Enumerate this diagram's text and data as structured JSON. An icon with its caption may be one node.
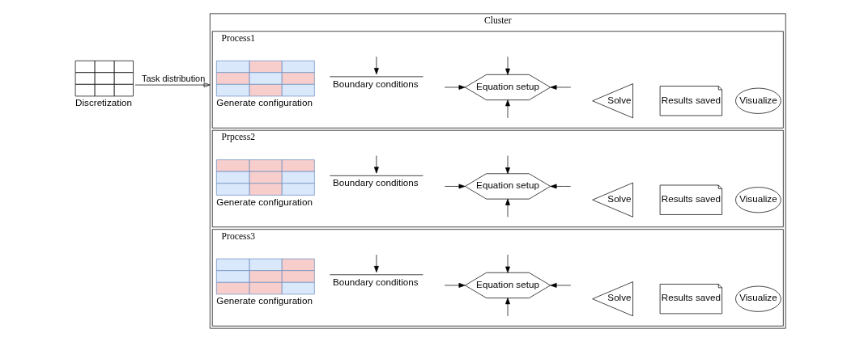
{
  "diagram": {
    "nodes": [
      {
        "text": [
          "Discretization"
        ]
      },
      {
        "text": [
          "Cluster"
        ]
      },
      {
        "text": [
          "Process1"
        ],
        "in": 1
      },
      {
        "text": [
          "Generate configuration"
        ],
        "in": 2
      },
      {
        "text": [
          "Boundary conditions"
        ],
        "in": 2
      },
      {
        "text": [
          "Equation setup"
        ],
        "in": 2
      },
      {
        "text": [
          "Solve"
        ],
        "in": 2
      },
      {
        "text": [
          "Results saved"
        ],
        "in": 2
      },
      {
        "text": [
          "Visualize"
        ],
        "in": 2
      },
      {
        "text": [
          "Prpcess2"
        ],
        "in": 1
      },
      {
        "text": [
          "Generate configuration"
        ],
        "in": 9
      },
      {
        "text": [
          "Boundary conditions"
        ],
        "in": 9
      },
      {
        "text": [
          "Equation setup"
        ],
        "in": 9
      },
      {
        "text": [
          "Solve"
        ],
        "in": 9
      },
      {
        "text": [
          "Results saved"
        ],
        "in": 9
      },
      {
        "text": [
          "Visualize"
        ],
        "in": 9
      },
      {
        "text": [
          "Process3"
        ],
        "in": 1
      },
      {
        "text": [
          "Generate configuration"
        ],
        "in": 16
      },
      {
        "text": [
          "Boundary conditions"
        ],
        "in": 16
      },
      {
        "text": [
          "Equation setup"
        ],
        "in": 16
      },
      {
        "text": [
          "Solve"
        ],
        "in": 16
      },
      {
        "text": [
          "Results saved"
        ],
        "in": 16
      },
      {
        "text": [
          "Visualize"
        ],
        "in": 16
      }
    ],
    "edges": [
      {
        "from": 0,
        "to": 1,
        "arrow": "to",
        "label": "Task distribution"
      },
      {
        "from": null,
        "to": 4,
        "arrow": "to"
      },
      {
        "from": null,
        "to": 5,
        "arrow": "to"
      },
      {
        "from": null,
        "to": 5,
        "arrow": "to"
      },
      {
        "from": null,
        "to": 5,
        "arrow": "to"
      },
      {
        "from": null,
        "to": 5,
        "arrow": "to"
      },
      {
        "from": null,
        "to": 11,
        "arrow": "to"
      },
      {
        "from": null,
        "to": 12,
        "arrow": "to"
      },
      {
        "from": null,
        "to": 12,
        "arrow": "to"
      },
      {
        "from": null,
        "to": 12,
        "arrow": "to"
      },
      {
        "from": null,
        "to": 12,
        "arrow": "to"
      },
      {
        "from": null,
        "to": 18,
        "arrow": "to"
      },
      {
        "from": null,
        "to": 19,
        "arrow": "to"
      },
      {
        "from": null,
        "to": 19,
        "arrow": "to"
      },
      {
        "from": null,
        "to": 19,
        "arrow": "to"
      },
      {
        "from": null,
        "to": 19,
        "arrow": "to"
      }
    ]
  }
}
